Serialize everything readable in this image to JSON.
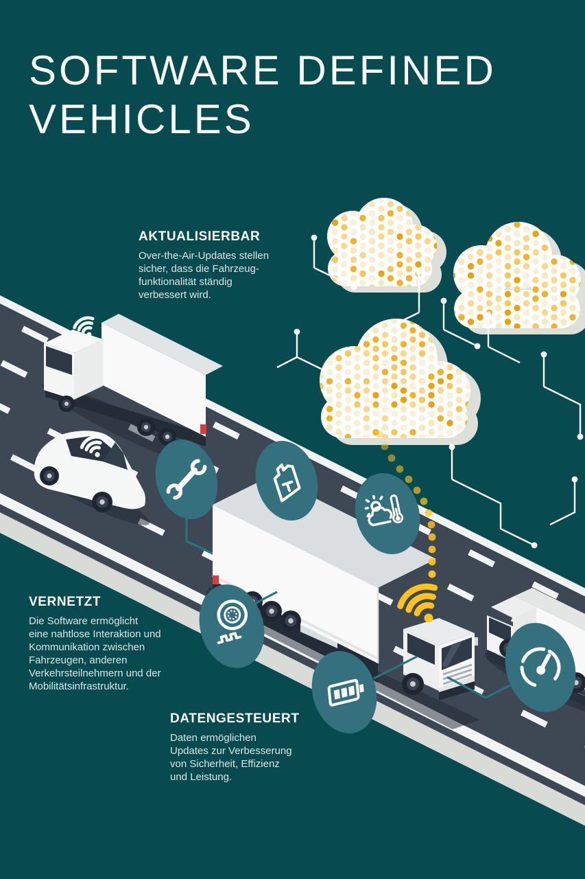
{
  "title": {
    "line1": "SOFTWARE DEFINED",
    "line2": "VEHICLES"
  },
  "sections": [
    {
      "id": "aktualisierbar",
      "heading": "AKTUALISIERBAR",
      "body": "Over-the-Air-Updates stellen\nsicher, dass die Fahrzeug-\nfunktionalität ständig\nverbessert wird."
    },
    {
      "id": "vernetzt",
      "heading": "VERNETZT",
      "body": "Die Software ermöglicht\neine nahtlose Interaktion und\nKommunikation zwischen\nFahrzeugen, anderen\nVerkehrsteilnehmern und der\nMobilitätsinfrastruktur."
    },
    {
      "id": "datengesteuert",
      "heading": "DATENGESTEUERT",
      "body": "Daten ermöglichen\nUpdates zur Verbesserung\nvon Sicherheit, Effizienz\nund Leistung."
    }
  ],
  "illustration": {
    "icons": [
      {
        "name": "wrench-icon"
      },
      {
        "name": "oil-canister-icon"
      },
      {
        "name": "climate-thermometer-icon"
      },
      {
        "name": "tire-icon"
      },
      {
        "name": "battery-icon"
      },
      {
        "name": "speedometer-icon"
      },
      {
        "name": "wifi-icon"
      },
      {
        "name": "data-cloud-icon"
      }
    ],
    "colors": {
      "background": "#074A50",
      "road": "#3E4854",
      "curb": "#D9DCD6",
      "badge": "#34707E",
      "connector": "#2C7380",
      "accent_yellow": "#FFC21E",
      "cloud_white": "#FFFFFF",
      "cloud_shadow": "#DDE0D9",
      "window_dark": "#2E3945",
      "heading_text": "#FFFFFF",
      "body_text": "#DCE6E5"
    },
    "cloud_dot_palette": [
      "#F8F0DC",
      "#F9E8BE",
      "#F7D88F",
      "#F4C75F",
      "#F0B22C",
      "#E9A214"
    ]
  }
}
